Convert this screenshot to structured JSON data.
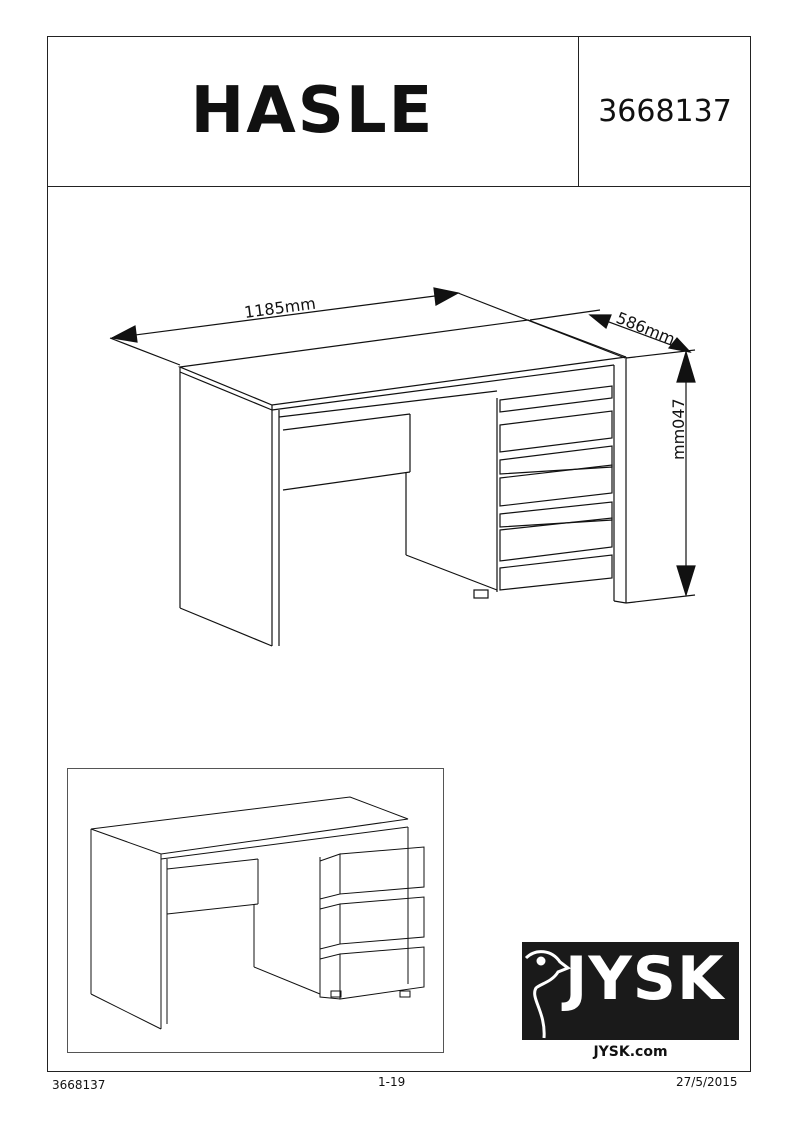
{
  "header": {
    "product_name": "HASLE",
    "article_number": "3668137"
  },
  "dimensions": {
    "width": "1185mm",
    "depth": "586mm",
    "height": "mm047"
  },
  "logo": {
    "brand": "JYSK",
    "website": "JYSK.com"
  },
  "footer": {
    "article_number": "3668137",
    "pages": "1-19",
    "date": "27/5/2015"
  }
}
